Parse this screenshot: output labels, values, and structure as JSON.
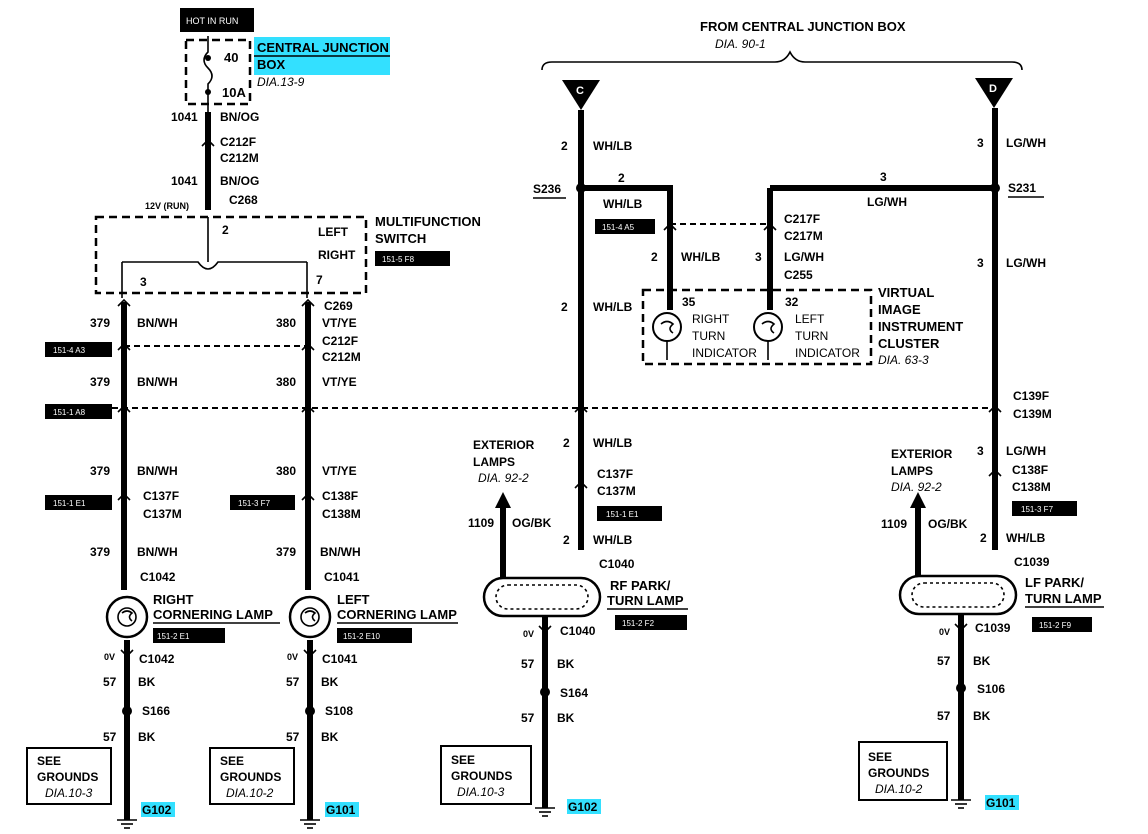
{
  "header": {
    "from_cjb": "FROM CENTRAL JUNCTION BOX",
    "from_cjb_ref": "DIA. 90-1",
    "conn_c": "C",
    "conn_d": "D"
  },
  "fuse": {
    "hot_label": "HOT IN RUN",
    "fuse_no": "40",
    "rating": "10A",
    "cjb_line1": "CENTRAL JUNCTION",
    "cjb_line2": "BOX",
    "cjb_ref": "DIA.13-9"
  },
  "feed": {
    "circuit1": "1041",
    "color1": "BN/OG",
    "conn1a": "C212F",
    "conn1b": "C212M",
    "circuit2": "1041",
    "color2": "BN/OG",
    "volt": "12V (RUN)",
    "conn2": "C268"
  },
  "mfs": {
    "title1": "MULTIFUNCTION",
    "title2": "SWITCH",
    "left": "LEFT",
    "right": "RIGHT",
    "pin2": "2",
    "pin3": "3",
    "pin7": "7",
    "ref": "151-5 F8",
    "conn": "C269"
  },
  "right_corner": {
    "c1": "379",
    "col1": "BN/WH",
    "ref1": "151-4 A3",
    "c2": "379",
    "col2": "BN/WH",
    "ref2": "151-1 A8",
    "c3": "379",
    "col3": "BN/WH",
    "ref3": "151-1 E1",
    "conn3a": "C137F",
    "conn3b": "C137M",
    "c4": "379",
    "col4": "BN/WH",
    "lamp_conn": "C1042",
    "lamp1": "RIGHT",
    "lamp2": "CORNERING LAMP",
    "lamp_ref": "151-2 E1",
    "volt": "0V",
    "gnd_conn": "C1042",
    "g1": "57",
    "gc1": "BK",
    "splice": "S166",
    "g2": "57",
    "gc2": "BK",
    "see1": "SEE",
    "see2": "GROUNDS",
    "see_ref": "DIA.10-3",
    "ground": "G102"
  },
  "left_corner": {
    "c1": "380",
    "col1": "VT/YE",
    "conn1a": "C212F",
    "conn1b": "C212M",
    "c2": "380",
    "col2": "VT/YE",
    "c3": "380",
    "col3": "VT/YE",
    "ref3": "151-3 F7",
    "conn3a": "C138F",
    "conn3b": "C138M",
    "c4": "379",
    "col4": "BN/WH",
    "lamp_conn": "C1041",
    "lamp1": "LEFT",
    "lamp2": "CORNERING LAMP",
    "lamp_ref": "151-2 E10",
    "volt": "0V",
    "gnd_conn": "C1041",
    "g1": "57",
    "gc1": "BK",
    "splice": "S108",
    "g2": "57",
    "gc2": "BK",
    "see1": "SEE",
    "see2": "GROUNDS",
    "see_ref": "DIA.10-2",
    "ground": "G101"
  },
  "rf_side": {
    "c_top": "2",
    "col_top": "WH/LB",
    "splice": "S236",
    "branch_c": "2",
    "branch_col": "WH/LB",
    "ref_cluster": "151-4 A5",
    "c_mid": "2",
    "col_mid": "WH/LB",
    "c_low": "2",
    "col_low": "WH/LB",
    "conn_a": "C137F",
    "conn_b": "C137M",
    "ref": "151-1 E1",
    "ext1": "EXTERIOR",
    "ext2": "LAMPS",
    "ext_ref": "DIA. 92-2",
    "ext_c": "1109",
    "ext_col": "OG/BK",
    "c_lamp": "2",
    "col_lamp": "WH/LB",
    "lamp_conn": "C1040",
    "lamp1": "RF PARK/",
    "lamp2": "TURN LAMP",
    "lamp_ref": "151-2 F2",
    "volt": "0V",
    "gnd_conn": "C1040",
    "g1": "57",
    "gc1": "BK",
    "gsplice": "S164",
    "g2": "57",
    "gc2": "BK",
    "see1": "SEE",
    "see2": "GROUNDS",
    "see_ref": "DIA.10-3",
    "ground": "G102"
  },
  "cluster": {
    "c_right": "2",
    "col_right": "WH/LB",
    "c_left": "3",
    "col_left": "LG/WH",
    "conn_a": "C217F",
    "conn_b": "C217M",
    "conn_c": "C255",
    "pin35": "35",
    "pin32": "32",
    "r1": "RIGHT",
    "r2": "TURN",
    "r3": "INDICATOR",
    "l1": "LEFT",
    "l2": "TURN",
    "l3": "INDICATOR",
    "t1": "VIRTUAL",
    "t2": "IMAGE",
    "t3": "INSTRUMENT",
    "t4": "CLUSTER",
    "ref": "DIA. 63-3"
  },
  "lf_side": {
    "c_top": "3",
    "col_top": "LG/WH",
    "splice": "S231",
    "branch_c": "3",
    "branch_col": "LG/WH",
    "c_mid": "3",
    "col_mid": "LG/WH",
    "conn1a": "C139F",
    "conn1b": "C139M",
    "c_low": "3",
    "col_low": "LG/WH",
    "conn_a": "C138F",
    "conn_b": "C138M",
    "ref": "151-3 F7",
    "ext1": "EXTERIOR",
    "ext2": "LAMPS",
    "ext_ref": "DIA. 92-2",
    "ext_c": "1109",
    "ext_col": "OG/BK",
    "c_lamp": "2",
    "col_lamp": "WH/LB",
    "lamp_conn": "C1039",
    "lamp1": "LF PARK/",
    "lamp2": "TURN LAMP",
    "lamp_ref": "151-2 F9",
    "volt": "0V",
    "gnd_conn": "C1039",
    "g1": "57",
    "gc1": "BK",
    "gsplice": "S106",
    "g2": "57",
    "gc2": "BK",
    "see1": "SEE",
    "see2": "GROUNDS",
    "see_ref": "DIA.10-2",
    "ground": "G101"
  },
  "colors": {
    "highlight": "#33e0ff",
    "ink": "#000000",
    "label_bg": "#000000"
  }
}
